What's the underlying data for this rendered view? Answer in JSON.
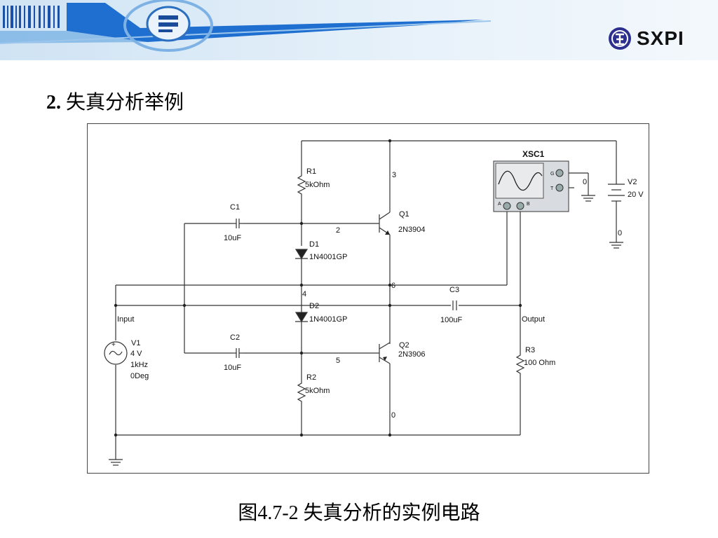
{
  "header": {
    "logo_text": "SXPI",
    "colors": {
      "banner_bg": "#dbeaf6",
      "banner_blue": "#1f6fd0",
      "logo_badge": "#2d2f8f"
    }
  },
  "slide": {
    "heading_number": "2.",
    "heading_text": "失真分析举例",
    "caption": "图4.7-2  失真分析的实例电路"
  },
  "circuit": {
    "scope": {
      "name": "XSC1",
      "terminal_g": "G",
      "terminal_t": "T",
      "terminal_a": "A",
      "terminal_b": "B"
    },
    "components": {
      "r1_name": "R1",
      "r1_value": "5kOhm",
      "r2_name": "R2",
      "r2_value": "5kOhm",
      "r3_name": "R3",
      "r3_value": "100 Ohm",
      "c1_name": "C1",
      "c1_value": "10uF",
      "c2_name": "C2",
      "c2_value": "10uF",
      "c3_name": "C3",
      "c3_value": "100uF",
      "d1_name": "D1",
      "d1_value": "1N4001GP",
      "d2_name": "D2",
      "d2_value": "1N4001GP",
      "q1_name": "Q1",
      "q1_value": "2N3904",
      "q2_name": "Q2",
      "q2_value": "2N3906",
      "v1_name": "V1",
      "v1_amp": "4 V",
      "v1_freq": "1kHz",
      "v1_phase": "0Deg",
      "v2_name": "V2",
      "v2_value": "20 V"
    },
    "nets": {
      "n0_scope": "0",
      "n0_supply": "0",
      "n0_bottom": "0",
      "n2": "2",
      "n3": "3",
      "n4": "4",
      "n5": "5",
      "n6": "6",
      "input": "Input",
      "output": "Output"
    }
  }
}
